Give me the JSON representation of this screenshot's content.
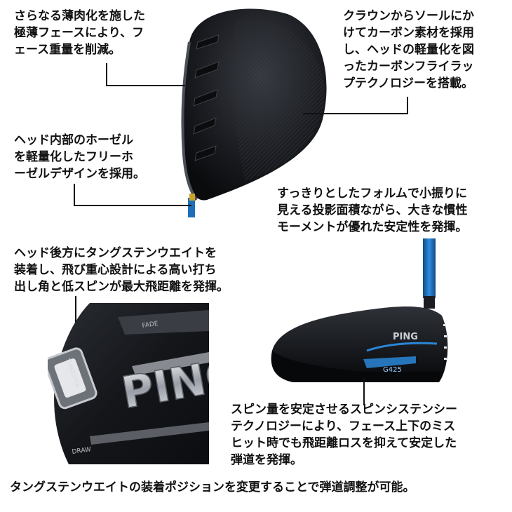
{
  "annotations": {
    "face": [
      "さらなる薄肉化を施した",
      "極薄フェースにより、フ",
      "ェース重量を削減。"
    ],
    "crown": [
      "クラウンからソールにか",
      "けてカーボン素材を採用",
      "し、ヘッドの軽量化を図",
      "ったカーボンフライラッ",
      "プテクノロジーを搭載。"
    ],
    "hosel": [
      "ヘッド内部のホーゼル",
      "を軽量化したフリーホ",
      "ーゼルデザインを採用。"
    ],
    "form": [
      "すっきりとしたフォルムで小振りに",
      "見える投影面積ながら、大きな慣性",
      "モーメントが優れた安定性を発揮。"
    ],
    "tungsten": [
      "ヘッド後方にタングステンウエイトを",
      "装着し、飛び重心設計による高い打ち",
      "出し角と低スピンが最大飛距離を発揮。"
    ],
    "spin": [
      "スピン量を安定させるスピンシステンシー",
      "テクノロジーにより、フェース上下のミス",
      "ヒット時でも飛距離ロスを抑えて安定した",
      "弾道を発揮。"
    ]
  },
  "footer": "タングステンウエイトの装着ポジションを変更することで弾道調整が可能。",
  "product_marks": {
    "brand": "PING",
    "model": "G425",
    "fade": "FADE",
    "draw": "DRAW",
    "tungsten": "TUNGSTEN"
  },
  "colors": {
    "shaft": "#1f6fb8",
    "accent": "#2a86d6",
    "head": "#16181c"
  }
}
